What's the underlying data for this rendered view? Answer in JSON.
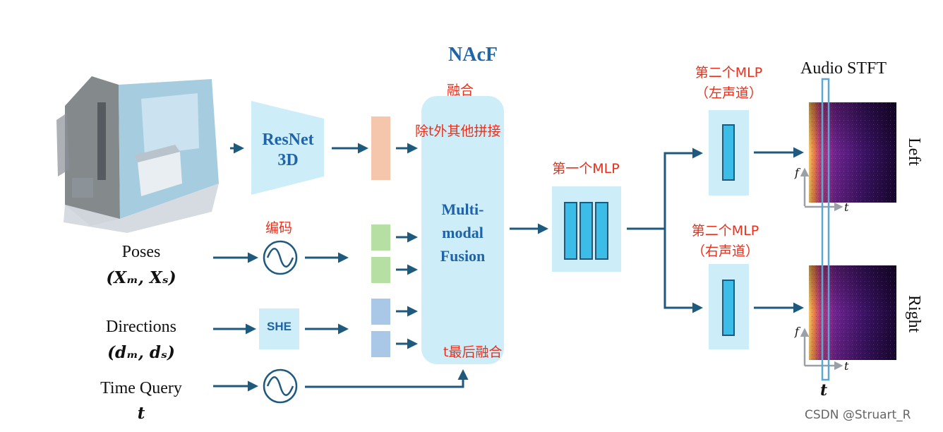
{
  "title": "NAcF",
  "encoder": {
    "line1": "ResNet",
    "line2": "3D"
  },
  "fusion": {
    "line1": "Multi-",
    "line2": "modal",
    "line3": "Fusion",
    "top_note": "融合",
    "concat_note": "除t外其他拼接",
    "late_note": "t最后融合"
  },
  "inputs": {
    "poses_label": "Poses",
    "poses_math": "(Xₘ, Xₛ)",
    "directions_label": "Directions",
    "directions_math": "(dₘ, dₛ)",
    "time_label": "Time Query",
    "time_math": "t"
  },
  "encode_note": "编码",
  "she_label": "SHE",
  "mlp1_note": "第一个MLP",
  "mlp2_left_note": {
    "line1": "第二个MLP",
    "line2": "（左声道）"
  },
  "mlp2_right_note": {
    "line1": "第二个MLP",
    "line2": "（右声道）"
  },
  "output_title": "Audio STFT",
  "spectrogram": {
    "left_label": "Left",
    "right_label": "Right",
    "f_axis": "f",
    "t_axis": "t",
    "t_marker": "t"
  },
  "watermark": "CSDN @Struart_R",
  "colors": {
    "arrow": "#1d5a7e",
    "box_fill": "#cdeef9",
    "accent_red": "#e8301c",
    "title_blue": "#1f63a8",
    "feat_orange": "#f5c6ab",
    "feat_green": "#b6e0a3",
    "feat_blue": "#a9c8e8",
    "mlp_bar": "#3bbde8"
  }
}
